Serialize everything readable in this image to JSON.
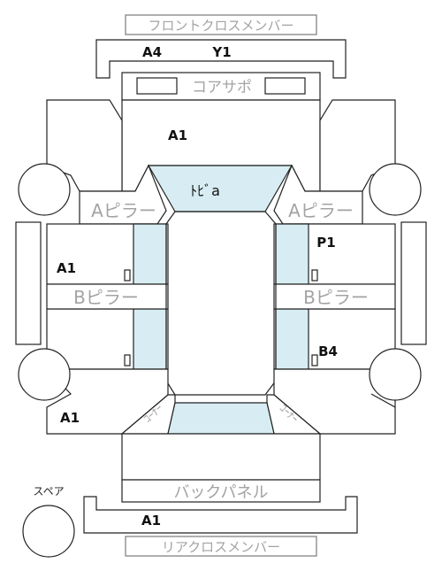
{
  "labels": {
    "front_cross_member": "フロントクロスメンバー",
    "core_support": "コアサポ",
    "a_pillar_left": "Aピラー",
    "a_pillar_right": "Aピラー",
    "b_pillar_left": "Bピラー",
    "b_pillar_right": "Bピラー",
    "roof": "ﾄﾋﾞa",
    "corner_left": "ｺｰﾅｰ",
    "corner_right": "ｺｰﾅｰ",
    "back_panel": "バックパネル",
    "rear_cross_member": "リアクロスメンバー",
    "spare": "スペア"
  },
  "codes": {
    "front_member_a": "A4",
    "front_member_y": "Y1",
    "hood": "A1",
    "front_right_door": "P1",
    "front_left_door": "A1",
    "rear_right_door": "B4",
    "rear_left_quarter": "A1",
    "rear_member": "A1"
  },
  "colors": {
    "glass": "#d7edf3",
    "outline": "#222222",
    "label_gray": "#a3a3a3"
  }
}
